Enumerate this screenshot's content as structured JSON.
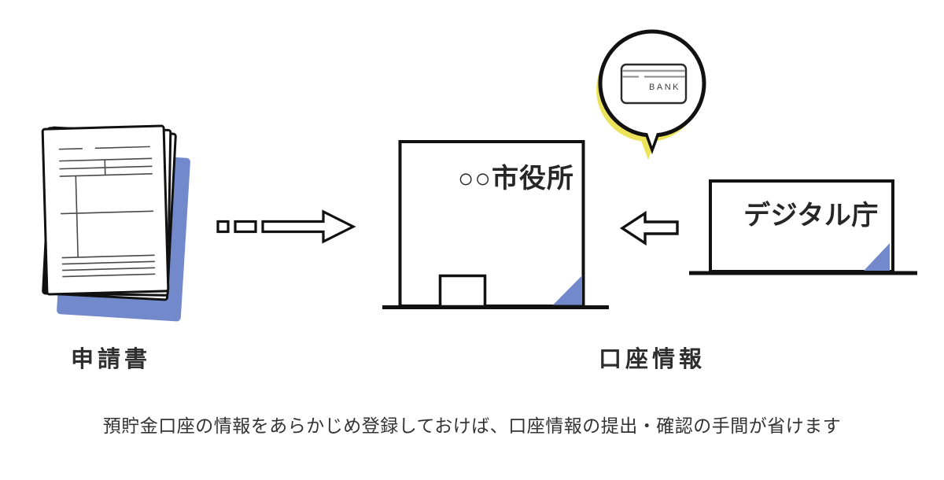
{
  "colors": {
    "accent_blue": "#7289cb",
    "accent_yellow": "#ebe45a",
    "outline_black": "#111111",
    "text_dark": "#333333"
  },
  "illustration": {
    "application_label": "申請書",
    "city_hall_name": "○○市役所",
    "bank_card_label": "BANK",
    "digital_agency_name": "デジタル庁",
    "account_info_label": "口座情報",
    "caption": "預貯金口座の情報をあらかじめ登録しておけば、口座情報の提出・確認の手間が省けます"
  }
}
